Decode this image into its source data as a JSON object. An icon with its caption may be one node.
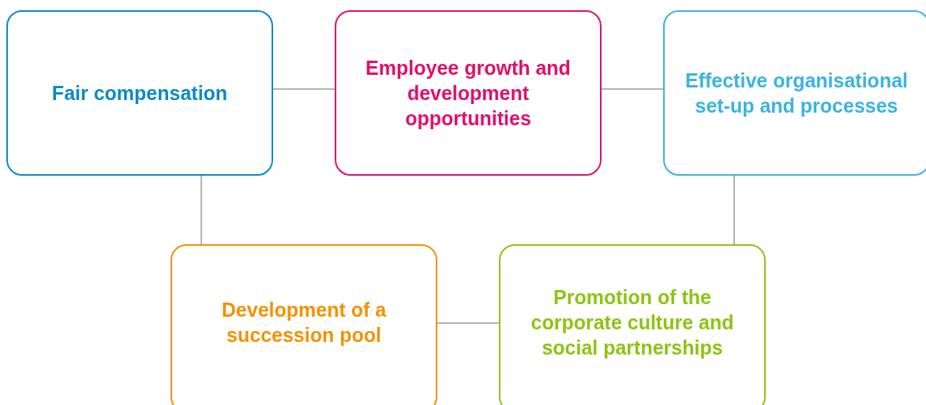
{
  "diagram": {
    "nodes": [
      {
        "text": [
          "Fair compensation"
        ]
      },
      {
        "text": [
          "Employee growth and development opportunities"
        ]
      },
      {
        "text": [
          "Effective organisational set-up and processes"
        ]
      },
      {
        "text": [
          "Development of a succession pool"
        ]
      },
      {
        "text": [
          "Promotion of the corporate culture and social partnerships"
        ]
      }
    ],
    "edges": [
      {
        "from": 0,
        "to": 1,
        "arrow": "none"
      },
      {
        "from": 1,
        "to": 2,
        "arrow": "none"
      },
      {
        "from": 0,
        "to": 3,
        "arrow": "none"
      },
      {
        "from": 2,
        "to": 4,
        "arrow": "none"
      },
      {
        "from": 3,
        "to": 4,
        "arrow": "none"
      }
    ]
  }
}
